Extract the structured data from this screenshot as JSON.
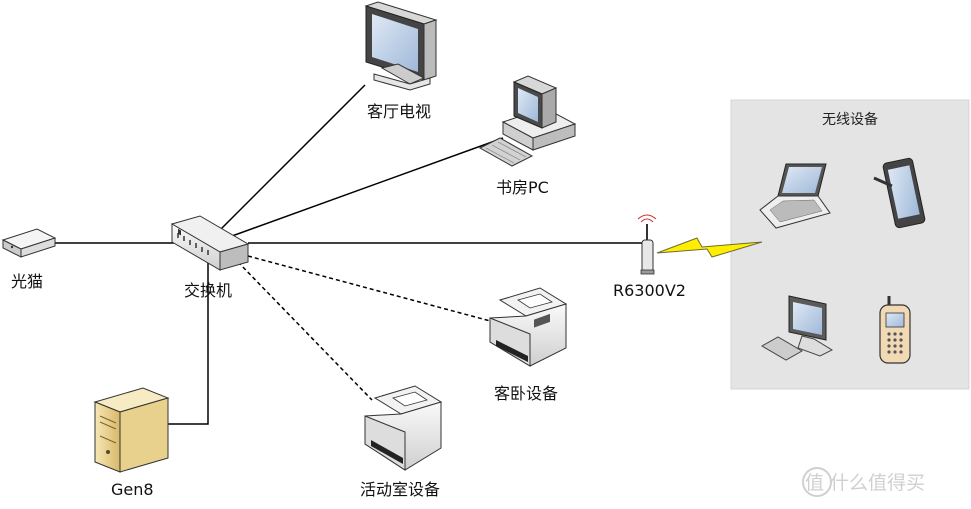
{
  "diagram": {
    "nodes": {
      "modem": "光猫",
      "switch": "交换机",
      "tv": "客厅电视",
      "study_pc": "书房PC",
      "router": "R6300V2",
      "bedroom": "客卧设备",
      "activity": "活动室设备",
      "server": "Gen8"
    },
    "wireless_group": {
      "title": "无线设备"
    },
    "links": [
      {
        "from": "modem",
        "to": "switch",
        "style": "solid"
      },
      {
        "from": "switch",
        "to": "tv",
        "style": "solid"
      },
      {
        "from": "switch",
        "to": "study_pc",
        "style": "solid"
      },
      {
        "from": "switch",
        "to": "router",
        "style": "solid"
      },
      {
        "from": "switch",
        "to": "server",
        "style": "solid"
      },
      {
        "from": "switch",
        "to": "bedroom",
        "style": "dashed"
      },
      {
        "from": "switch",
        "to": "activity",
        "style": "dashed"
      },
      {
        "from": "router",
        "to": "wireless_group",
        "style": "wireless"
      }
    ]
  },
  "watermark": {
    "text": "值 什么值得买",
    "icon": "smzdm-logo-icon"
  },
  "colors": {
    "wireless_panel": "#e4e4e4",
    "lightning": "#ffee00",
    "screen": "#b9cde6"
  }
}
